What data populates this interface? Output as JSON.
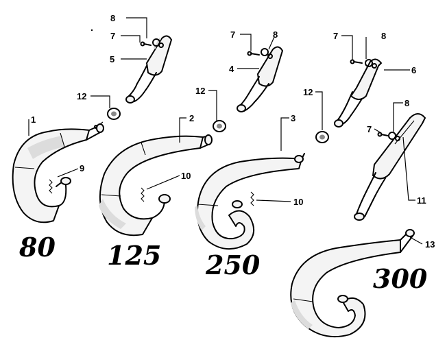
{
  "diagram": {
    "callouts": {
      "c1": "1",
      "c2": "2",
      "c3": "3",
      "c4": "4",
      "c5": "5",
      "c6": "6",
      "c7a": "7",
      "c7b": "7",
      "c7c": "7",
      "c7d": "7",
      "c8a": "8",
      "c8b": "8",
      "c8c": "8",
      "c8d": "8",
      "c9": "9",
      "c10a": "10",
      "c10b": "10",
      "c11": "11",
      "c12a": "12",
      "c12b": "12",
      "c12c": "12",
      "c13": "13"
    },
    "models": {
      "m80": "80",
      "m125": "125",
      "m250": "250",
      "m300": "300"
    }
  }
}
